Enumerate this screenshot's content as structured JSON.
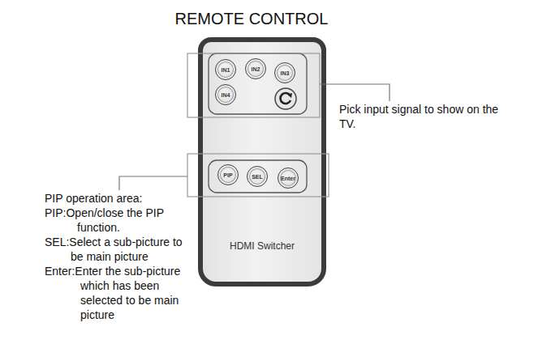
{
  "diagram": {
    "title": "REMOTE CONTROL",
    "nodes": [
      {
        "text": [
          "HDMI Switcher"
        ]
      },
      {
        "text": [
          "IN1"
        ],
        "in": 0
      },
      {
        "text": [
          "IN2"
        ],
        "in": 0
      },
      {
        "text": [
          "IN3"
        ],
        "in": 0
      },
      {
        "text": [
          "IN4"
        ],
        "in": 0
      },
      {
        "text": [
          "PIP"
        ],
        "in": 0
      },
      {
        "text": [
          "SEL"
        ],
        "in": 0
      },
      {
        "text": [
          "Enter"
        ],
        "in": 0
      }
    ],
    "labels": [
      "Pick input signal to show on the TV.",
      "PIP operation area:",
      "PIP:Open/close the PIP function.",
      "SEL:Select a sub-picture to be main picture",
      "Enter:Enter the sub-picture which has been selected to be main picture"
    ]
  }
}
